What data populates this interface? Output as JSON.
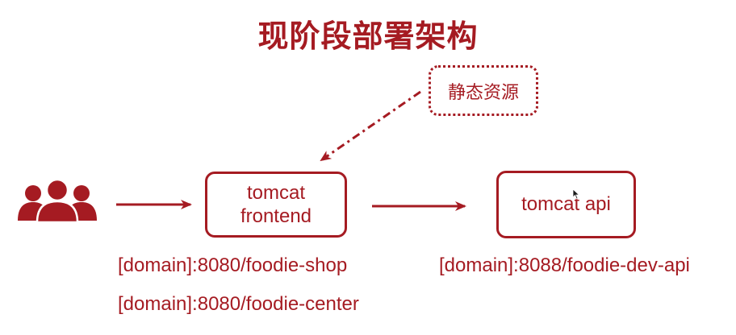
{
  "title": "现阶段部署架构",
  "nodes": {
    "static": {
      "label": "静态资源"
    },
    "frontend": {
      "line1": "tomcat",
      "line2": "frontend"
    },
    "api": {
      "label": "tomcat api"
    }
  },
  "paths": {
    "shop": "[domain]:8080/foodie-shop",
    "center": "[domain]:8080/foodie-center",
    "api": "[domain]:8088/foodie-dev-api"
  },
  "colors": {
    "accent": "#a51b22"
  },
  "icons": {
    "users": "users-group-icon",
    "cursor": "mouse-pointer-icon"
  }
}
